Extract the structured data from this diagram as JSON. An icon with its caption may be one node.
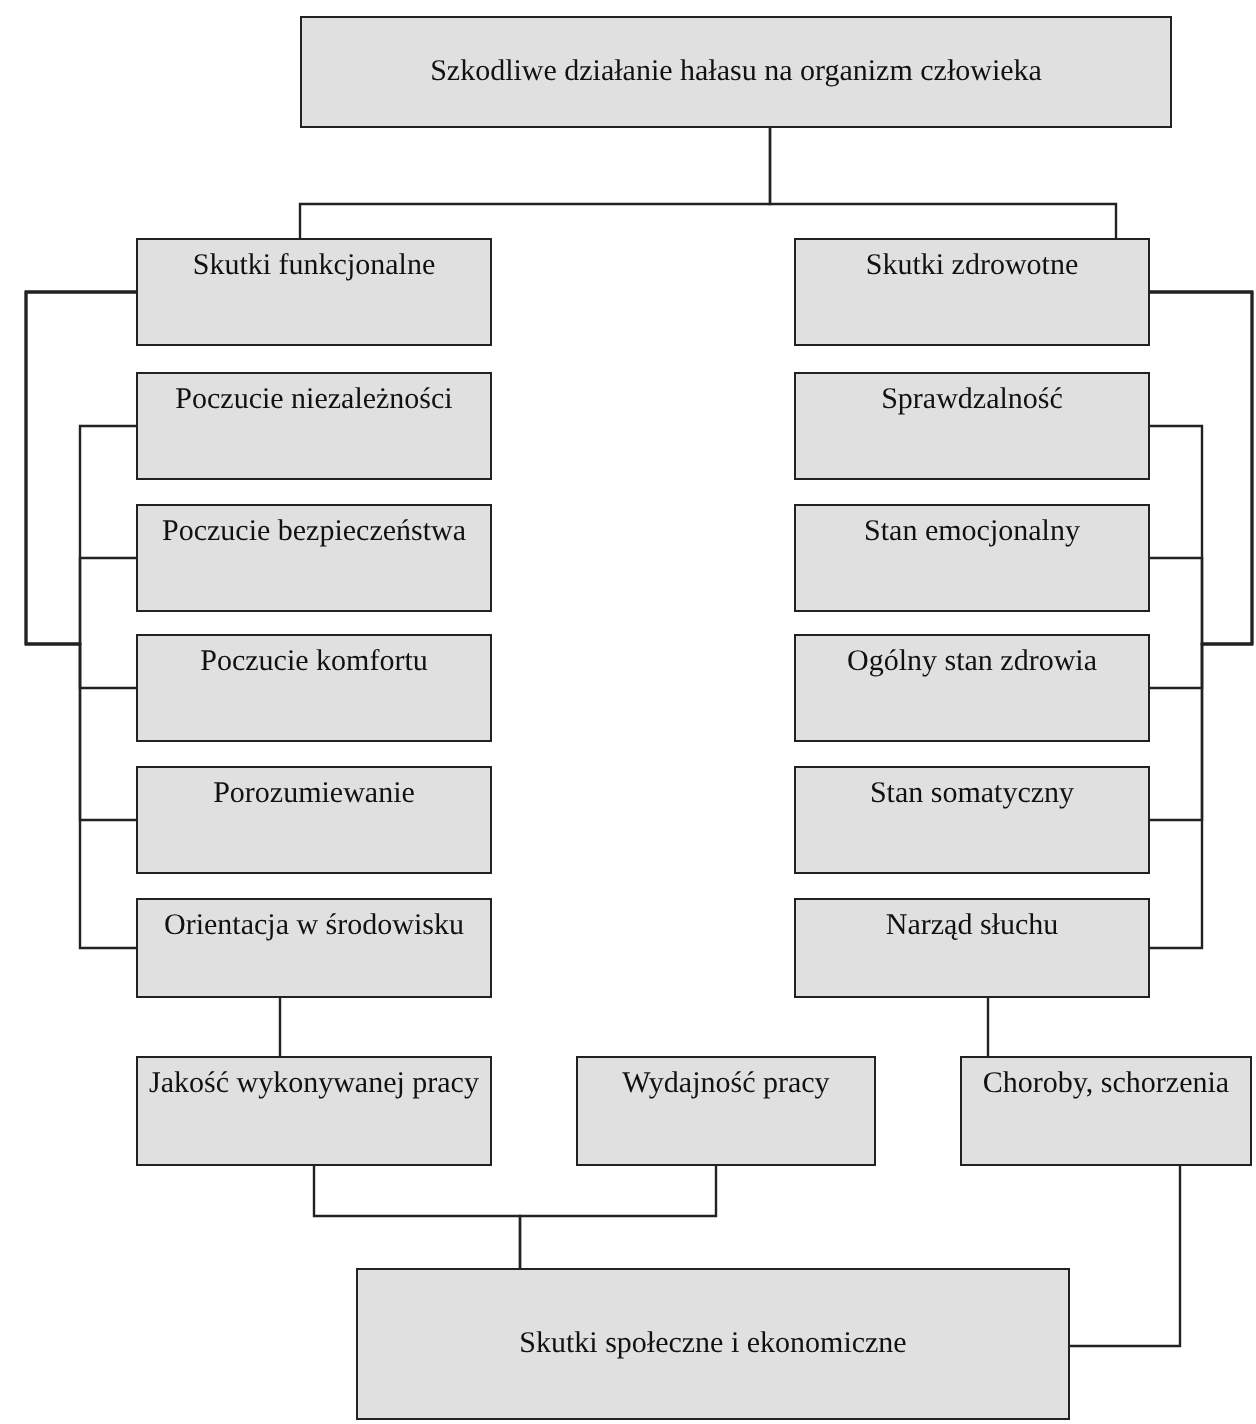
{
  "diagram": {
    "nodes": [
      {
        "text": [
          "Szkodliwe działanie hałasu na organizm człowieka"
        ]
      },
      {
        "text": [
          "Skutki funkcjonalne"
        ]
      },
      {
        "text": [
          "Poczucie niezależności"
        ]
      },
      {
        "text": [
          "Poczucie bezpieczeństwa"
        ]
      },
      {
        "text": [
          "Poczucie komfortu"
        ]
      },
      {
        "text": [
          "Porozumiewanie"
        ]
      },
      {
        "text": [
          "Orientacja w środowisku"
        ]
      },
      {
        "text": [
          "Skutki zdrowotne"
        ]
      },
      {
        "text": [
          "Sprawdzalność"
        ]
      },
      {
        "text": [
          "Stan emocjonalny"
        ]
      },
      {
        "text": [
          "Ogólny stan zdrowia"
        ]
      },
      {
        "text": [
          "Stan somatyczny"
        ]
      },
      {
        "text": [
          "Narząd słuchu"
        ]
      },
      {
        "text": [
          "Jakość wykonywanej pracy"
        ]
      },
      {
        "text": [
          "Wydajność pracy"
        ]
      },
      {
        "text": [
          "Choroby, schorzenia"
        ]
      },
      {
        "text": [
          "Skutki społeczne i ekonomiczne"
        ]
      }
    ],
    "edges": [
      {
        "from": 0,
        "to": 1,
        "arrow": "none"
      },
      {
        "from": 0,
        "to": 7,
        "arrow": "none"
      },
      {
        "from": 1,
        "to": 2,
        "arrow": "none"
      },
      {
        "from": 1,
        "to": 3,
        "arrow": "none"
      },
      {
        "from": 1,
        "to": 4,
        "arrow": "none"
      },
      {
        "from": 1,
        "to": 5,
        "arrow": "none"
      },
      {
        "from": 1,
        "to": 6,
        "arrow": "none"
      },
      {
        "from": 7,
        "to": 8,
        "arrow": "none"
      },
      {
        "from": 7,
        "to": 9,
        "arrow": "none"
      },
      {
        "from": 7,
        "to": 10,
        "arrow": "none"
      },
      {
        "from": 7,
        "to": 11,
        "arrow": "none"
      },
      {
        "from": 7,
        "to": 12,
        "arrow": "none"
      },
      {
        "from": 6,
        "to": 13,
        "arrow": "none"
      },
      {
        "from": 13,
        "to": 16,
        "arrow": "none"
      },
      {
        "from": 14,
        "to": 16,
        "arrow": "none"
      },
      {
        "from": 12,
        "to": 15,
        "arrow": "none"
      },
      {
        "from": 15,
        "to": 16,
        "arrow": "none"
      }
    ]
  }
}
